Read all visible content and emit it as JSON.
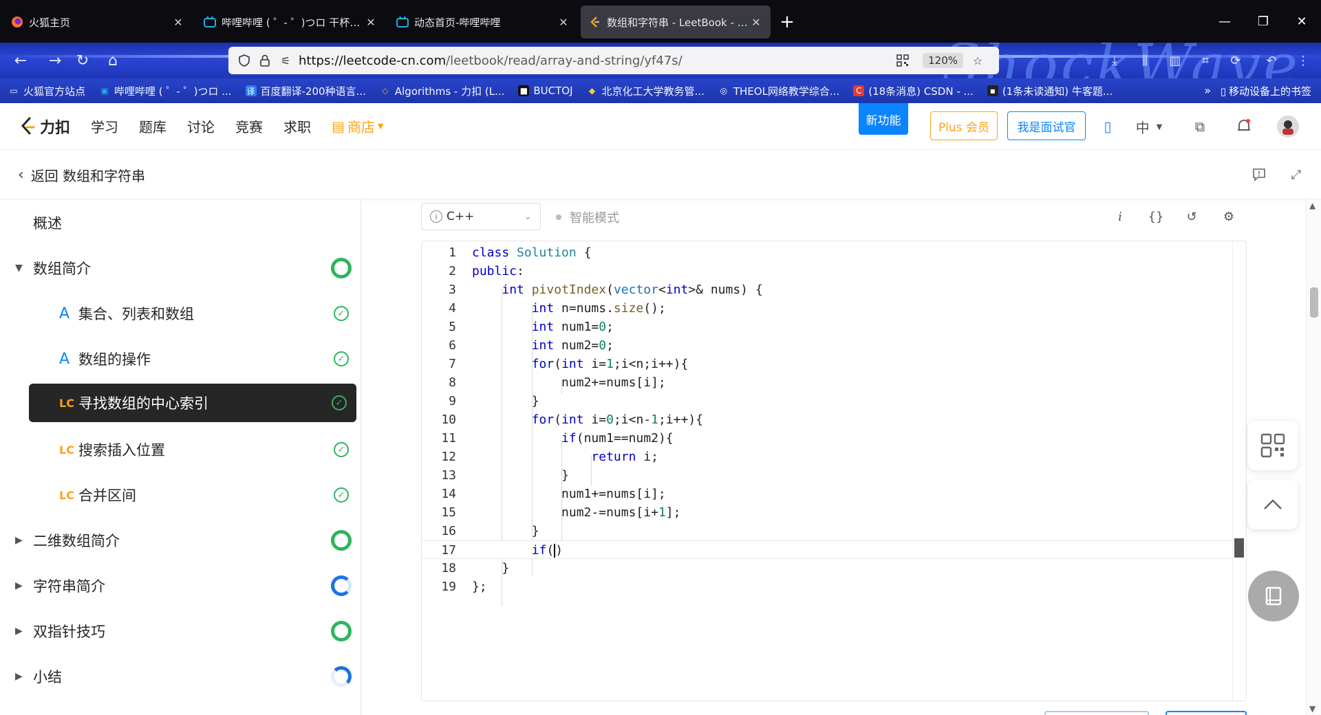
{
  "browser": {
    "tabs": [
      {
        "title": "火狐主页",
        "icon": "firefox-icon"
      },
      {
        "title": "哔哩哔哩 ( ゜- ゜)つロ 干杯~-bili",
        "icon": "bilibili-icon"
      },
      {
        "title": "动态首页-哔哩哔哩",
        "icon": "bilibili-icon"
      },
      {
        "title": "数组和字符串 - LeetBook - 力扣",
        "icon": "leetcode-icon"
      }
    ],
    "url_host": "https://leetcode-cn.com",
    "url_path": "/leetbook/read/array-and-string/yf47s/",
    "zoom": "120%",
    "watermark": "ShockWave",
    "bookmarks": [
      "火狐官方站点",
      "哔哩哔哩 ( ゜- ゜)つロ ...",
      "百度翻译-200种语言...",
      "Algorithms - 力扣 (L...",
      "BUCTOJ",
      "北京化工大学教务管...",
      "THEOL网络教学综合...",
      "(18条消息) CSDN - ...",
      "(1条未读通知) 牛客题..."
    ],
    "mobile_bookmarks": "移动设备上的书签"
  },
  "site": {
    "logo": "力扣",
    "menu": [
      "学习",
      "题库",
      "讨论",
      "竞赛",
      "求职"
    ],
    "store": "商店",
    "new_feature": "新功能",
    "plus": "Plus 会员",
    "interviewer": "我是面试官",
    "lang": "中"
  },
  "subheader": {
    "back": "返回 数组和字符串"
  },
  "sidebar": {
    "overview": "概述",
    "sections": [
      {
        "label": "数组简介",
        "progress": 1.0
      },
      {
        "label": "二维数组简介",
        "progress": 1.0
      },
      {
        "label": "字符串简介",
        "progress": 0.75
      },
      {
        "label": "双指针技巧",
        "progress": 1.0
      },
      {
        "label": "小结",
        "progress": 0.4
      }
    ],
    "items": [
      {
        "type": "A",
        "label": "集合、列表和数组"
      },
      {
        "type": "A",
        "label": "数组的操作"
      },
      {
        "type": "LC",
        "label": "寻找数组的中心索引"
      },
      {
        "type": "LC",
        "label": "搜索插入位置"
      },
      {
        "type": "LC",
        "label": "合并区间"
      }
    ]
  },
  "editor": {
    "language": "C++",
    "smart_mode": "智能模式",
    "line_numbers": [
      "1",
      "2",
      "3",
      "4",
      "5",
      "6",
      "7",
      "8",
      "9",
      "10",
      "11",
      "12",
      "13",
      "14",
      "15",
      "16",
      "17",
      "18",
      "19"
    ]
  }
}
